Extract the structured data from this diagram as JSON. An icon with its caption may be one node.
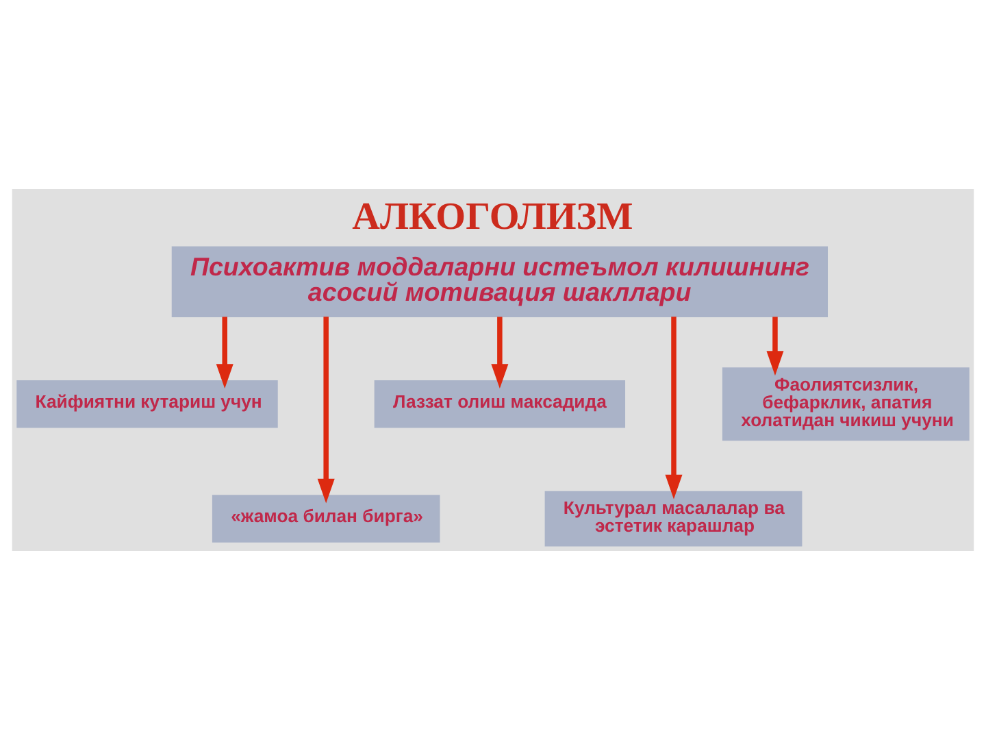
{
  "diagram": {
    "title": "АЛКОГОЛИЗМ",
    "nodes": [
      {
        "text": [
          "Психоактив моддаларни истеъмол килишнинг асосий мотивация шакллари"
        ]
      },
      {
        "text": [
          "Кайфиятни кутариш учун"
        ]
      },
      {
        "text": [
          "Лаззат олиш максадида"
        ]
      },
      {
        "text": [
          "Фаолиятсизлик, бефарклик, апатия холатидан чикиш учуни"
        ]
      },
      {
        "text": [
          "«жамоа билан бирга»"
        ]
      },
      {
        "text": [
          "Культурал масалалар ва эстетик карашлар"
        ]
      }
    ],
    "edges": [
      {
        "from": 0,
        "to": 1,
        "arrow": "to"
      },
      {
        "from": 0,
        "to": 4,
        "arrow": "to"
      },
      {
        "from": 0,
        "to": 2,
        "arrow": "to"
      },
      {
        "from": 0,
        "to": 5,
        "arrow": "to"
      },
      {
        "from": 0,
        "to": 3,
        "arrow": "to"
      }
    ]
  }
}
